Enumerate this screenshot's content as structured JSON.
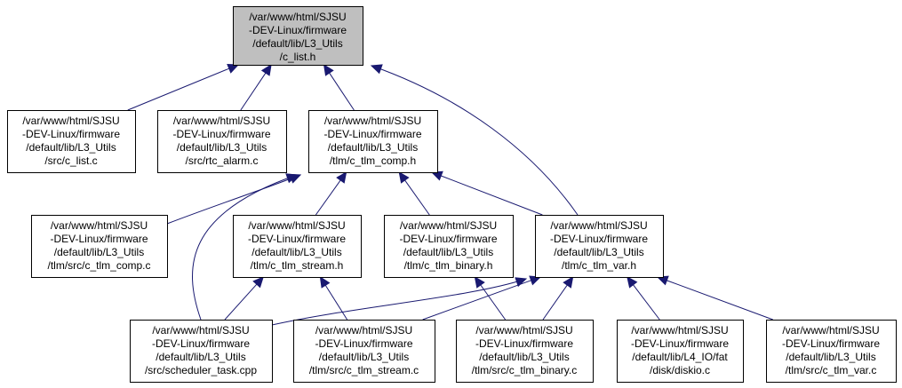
{
  "colors": {
    "root_fill": "#bfbfbf",
    "node_fill": "#ffffff",
    "border": "#000000",
    "edge": "#191970"
  },
  "nodes": [
    {
      "id": "c_list_h",
      "root": true,
      "lines": [
        "/var/www/html/SJSU",
        "-DEV-Linux/firmware",
        "/default/lib/L3_Utils",
        "/c_list.h"
      ]
    },
    {
      "id": "c_list_c",
      "lines": [
        "/var/www/html/SJSU",
        "-DEV-Linux/firmware",
        "/default/lib/L3_Utils",
        "/src/c_list.c"
      ]
    },
    {
      "id": "rtc_alarm_c",
      "lines": [
        "/var/www/html/SJSU",
        "-DEV-Linux/firmware",
        "/default/lib/L3_Utils",
        "/src/rtc_alarm.c"
      ]
    },
    {
      "id": "c_tlm_comp_h",
      "lines": [
        "/var/www/html/SJSU",
        "-DEV-Linux/firmware",
        "/default/lib/L3_Utils",
        "/tlm/c_tlm_comp.h"
      ]
    },
    {
      "id": "c_tlm_comp_c",
      "lines": [
        "/var/www/html/SJSU",
        "-DEV-Linux/firmware",
        "/default/lib/L3_Utils",
        "/tlm/src/c_tlm_comp.c"
      ]
    },
    {
      "id": "c_tlm_stream_h",
      "lines": [
        "/var/www/html/SJSU",
        "-DEV-Linux/firmware",
        "/default/lib/L3_Utils",
        "/tlm/c_tlm_stream.h"
      ]
    },
    {
      "id": "c_tlm_binary_h",
      "lines": [
        "/var/www/html/SJSU",
        "-DEV-Linux/firmware",
        "/default/lib/L3_Utils",
        "/tlm/c_tlm_binary.h"
      ]
    },
    {
      "id": "c_tlm_var_h",
      "lines": [
        "/var/www/html/SJSU",
        "-DEV-Linux/firmware",
        "/default/lib/L3_Utils",
        "/tlm/c_tlm_var.h"
      ]
    },
    {
      "id": "scheduler_task_cpp",
      "lines": [
        "/var/www/html/SJSU",
        "-DEV-Linux/firmware",
        "/default/lib/L3_Utils",
        "/src/scheduler_task.cpp"
      ]
    },
    {
      "id": "c_tlm_stream_c",
      "lines": [
        "/var/www/html/SJSU",
        "-DEV-Linux/firmware",
        "/default/lib/L3_Utils",
        "/tlm/src/c_tlm_stream.c"
      ]
    },
    {
      "id": "c_tlm_binary_c",
      "lines": [
        "/var/www/html/SJSU",
        "-DEV-Linux/firmware",
        "/default/lib/L3_Utils",
        "/tlm/src/c_tlm_binary.c"
      ]
    },
    {
      "id": "diskio_c",
      "lines": [
        "/var/www/html/SJSU",
        "-DEV-Linux/firmware",
        "/default/lib/L4_IO/fat",
        "/disk/diskio.c"
      ]
    },
    {
      "id": "c_tlm_var_c",
      "lines": [
        "/var/www/html/SJSU",
        "-DEV-Linux/firmware",
        "/default/lib/L3_Utils",
        "/tlm/src/c_tlm_var.c"
      ]
    }
  ],
  "edges": [
    {
      "from": "c_list_c",
      "to": "c_list_h"
    },
    {
      "from": "rtc_alarm_c",
      "to": "c_list_h"
    },
    {
      "from": "c_tlm_comp_h",
      "to": "c_list_h"
    },
    {
      "from": "c_tlm_var_h",
      "to": "c_list_h"
    },
    {
      "from": "c_tlm_comp_c",
      "to": "c_tlm_comp_h"
    },
    {
      "from": "c_tlm_stream_h",
      "to": "c_tlm_comp_h"
    },
    {
      "from": "c_tlm_binary_h",
      "to": "c_tlm_comp_h"
    },
    {
      "from": "c_tlm_var_h",
      "to": "c_tlm_comp_h"
    },
    {
      "from": "scheduler_task_cpp",
      "to": "c_tlm_comp_h"
    },
    {
      "from": "scheduler_task_cpp",
      "to": "c_tlm_stream_h"
    },
    {
      "from": "c_tlm_stream_c",
      "to": "c_tlm_stream_h"
    },
    {
      "from": "c_tlm_binary_c",
      "to": "c_tlm_binary_h"
    },
    {
      "from": "scheduler_task_cpp",
      "to": "c_tlm_var_h"
    },
    {
      "from": "c_tlm_stream_c",
      "to": "c_tlm_var_h"
    },
    {
      "from": "c_tlm_binary_c",
      "to": "c_tlm_var_h"
    },
    {
      "from": "diskio_c",
      "to": "c_tlm_var_h"
    },
    {
      "from": "c_tlm_var_c",
      "to": "c_tlm_var_h"
    }
  ]
}
